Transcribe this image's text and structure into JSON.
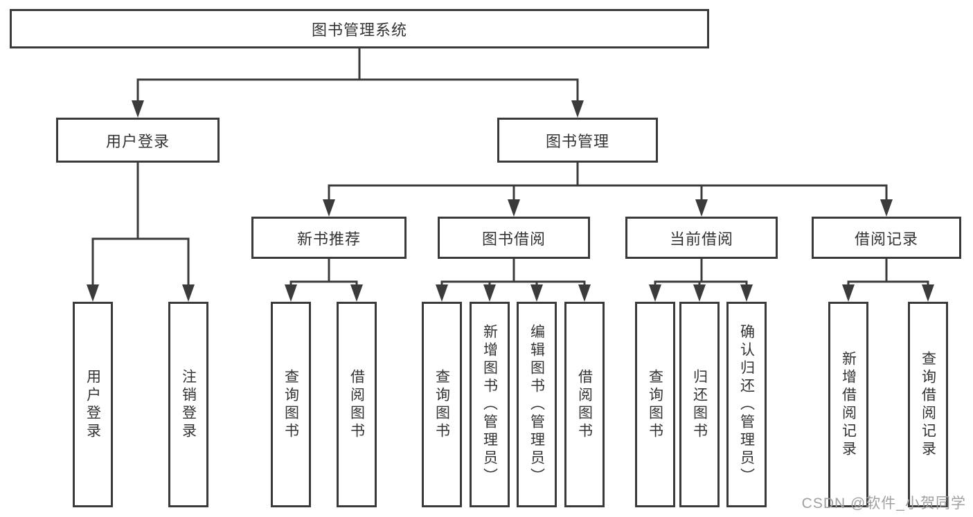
{
  "diagram": {
    "title": "图书管理系统",
    "level2": {
      "user_login": "用户登录",
      "book_management": "图书管理"
    },
    "level3": {
      "new_book_recommend": "新书推荐",
      "book_borrowing": "图书借阅",
      "current_borrowing": "当前借阅",
      "borrowing_records": "借阅记录"
    },
    "leaves": {
      "user_login_children": [
        "用户登录",
        "注销登录"
      ],
      "new_book_recommend_children": [
        "查询图书",
        "借阅图书"
      ],
      "book_borrowing_children": [
        "查询图书",
        "新增图书（管理员）",
        "编辑图书（管理员）",
        "借阅图书"
      ],
      "current_borrowing_children": [
        "查询图书",
        "归还图书",
        "确认归还（管理员）"
      ],
      "borrowing_records_children": [
        "新增借阅记录",
        "查询借阅记录"
      ]
    },
    "colors": {
      "line": "#3b3b3b",
      "text": "#333333",
      "box_background": "#ffffff"
    }
  },
  "watermark": {
    "text": "CSDN @软件_小贺同学",
    "color": "#a0a0a0"
  }
}
